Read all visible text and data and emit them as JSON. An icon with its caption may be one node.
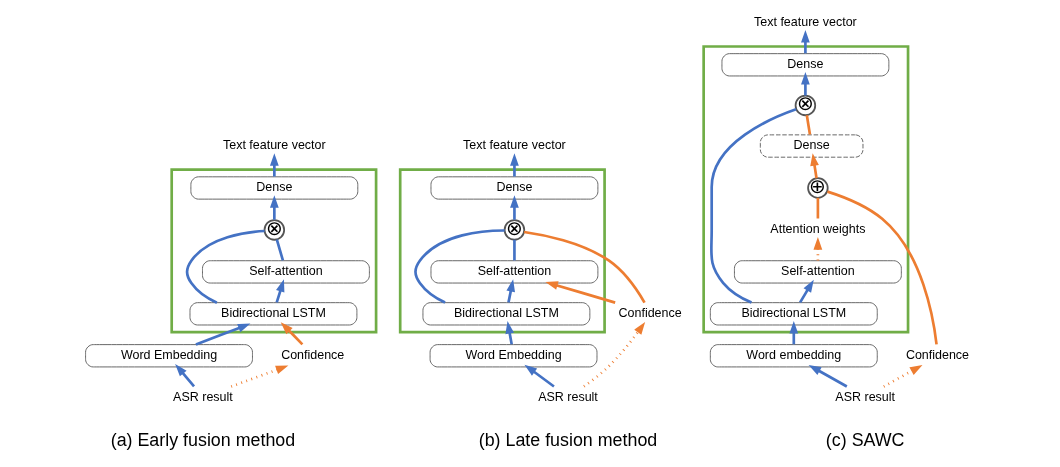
{
  "diagram": {
    "nodes": [
      {
        "text": [
          "Text feature vector"
        ]
      },
      {
        "text": [],
        "shape": "box"
      },
      {
        "text": [
          "Dense"
        ],
        "in": 1
      },
      {
        "text": [
          "⊗"
        ],
        "in": 1
      },
      {
        "text": [
          "Self-attention"
        ],
        "in": 1
      },
      {
        "text": [
          "Bidirectional LSTM"
        ],
        "in": 1
      },
      {
        "text": [
          "Word Embedding"
        ]
      },
      {
        "text": [
          "Confidence"
        ]
      },
      {
        "text": [
          "ASR result"
        ]
      },
      {
        "text": [
          "Text feature vector"
        ]
      },
      {
        "text": [],
        "shape": "box"
      },
      {
        "text": [
          "Dense"
        ],
        "in": 10
      },
      {
        "text": [
          "⊗"
        ],
        "in": 10
      },
      {
        "text": [
          "Self-attention"
        ],
        "in": 10
      },
      {
        "text": [
          "Bidirectional LSTM"
        ],
        "in": 10
      },
      {
        "text": [
          "Word Embedding"
        ]
      },
      {
        "text": [
          "Confidence"
        ]
      },
      {
        "text": [
          "ASR result"
        ]
      },
      {
        "text": [
          "Text feature vector"
        ]
      },
      {
        "text": [],
        "shape": "box"
      },
      {
        "text": [
          "Dense"
        ],
        "in": 19
      },
      {
        "text": [
          "⊗"
        ],
        "in": 19
      },
      {
        "text": [
          "Dense"
        ],
        "in": 19
      },
      {
        "text": [
          "Attention weights"
        ],
        "in": 19
      },
      {
        "text": [
          "⊕"
        ],
        "in": 19
      },
      {
        "text": [
          "Self-attention"
        ],
        "in": 19
      },
      {
        "text": [
          "Bidirectional LSTM"
        ],
        "in": 19
      },
      {
        "text": [
          "Word embedding"
        ]
      },
      {
        "text": [
          "Confidence"
        ]
      },
      {
        "text": [
          "ASR result"
        ]
      }
    ],
    "edges": [
      {
        "from": 8,
        "to": 6,
        "arrow": "to"
      },
      {
        "from": 8,
        "to": 7,
        "arrow": "to",
        "style": "dashed",
        "color": "#ed7d31"
      },
      {
        "from": 6,
        "to": 5,
        "arrow": "to"
      },
      {
        "from": 7,
        "to": 5,
        "arrow": "to",
        "color": "#ed7d31"
      },
      {
        "from": 5,
        "to": 4,
        "arrow": "to"
      },
      {
        "from": 5,
        "to": 3,
        "arrow": "none"
      },
      {
        "from": 4,
        "to": 3,
        "arrow": "none"
      },
      {
        "from": 3,
        "to": 2,
        "arrow": "to"
      },
      {
        "from": 2,
        "to": 0,
        "arrow": "to"
      },
      {
        "from": 17,
        "to": 15,
        "arrow": "to"
      },
      {
        "from": 17,
        "to": 16,
        "arrow": "to",
        "style": "dashed",
        "color": "#ed7d31"
      },
      {
        "from": 15,
        "to": 14,
        "arrow": "to"
      },
      {
        "from": 14,
        "to": 13,
        "arrow": "to"
      },
      {
        "from": 14,
        "to": 12,
        "arrow": "none"
      },
      {
        "from": 16,
        "to": 13,
        "arrow": "to",
        "color": "#ed7d31"
      },
      {
        "from": 16,
        "to": 12,
        "arrow": "none",
        "color": "#ed7d31"
      },
      {
        "from": 13,
        "to": 12,
        "arrow": "none"
      },
      {
        "from": 12,
        "to": 11,
        "arrow": "to"
      },
      {
        "from": 11,
        "to": 9,
        "arrow": "to"
      },
      {
        "from": 29,
        "to": 27,
        "arrow": "to"
      },
      {
        "from": 29,
        "to": 28,
        "arrow": "to",
        "style": "dashed",
        "color": "#ed7d31"
      },
      {
        "from": 27,
        "to": 26,
        "arrow": "to"
      },
      {
        "from": 26,
        "to": 25,
        "arrow": "to"
      },
      {
        "from": 26,
        "to": 21,
        "arrow": "none"
      },
      {
        "from": 25,
        "to": 23,
        "arrow": "to",
        "style": "dashed",
        "color": "#ed7d31"
      },
      {
        "from": 23,
        "to": 24,
        "arrow": "none",
        "color": "#ed7d31"
      },
      {
        "from": 28,
        "to": 24,
        "arrow": "none",
        "color": "#ed7d31"
      },
      {
        "from": 24,
        "to": 22,
        "arrow": "to",
        "color": "#ed7d31"
      },
      {
        "from": 22,
        "to": 21,
        "arrow": "none",
        "color": "#ed7d31"
      },
      {
        "from": 21,
        "to": 20,
        "arrow": "to"
      },
      {
        "from": 20,
        "to": 18,
        "arrow": "to"
      }
    ],
    "labels": [
      "(a) Early fusion method",
      "(b) Late fusion method",
      "(c) SAWC"
    ]
  }
}
